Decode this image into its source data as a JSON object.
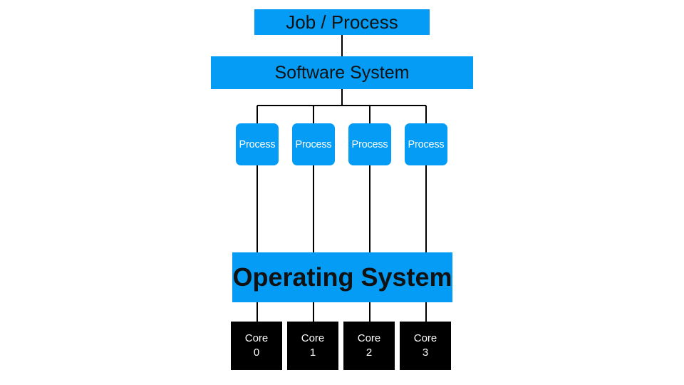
{
  "diagram": {
    "job_label": "Job / Process",
    "software_label": "Software System",
    "processes": [
      {
        "label": "Process"
      },
      {
        "label": "Process"
      },
      {
        "label": "Process"
      },
      {
        "label": "Process"
      }
    ],
    "os_label": "Operating System",
    "cores": [
      {
        "name": "Core",
        "number": "0"
      },
      {
        "name": "Core",
        "number": "1"
      },
      {
        "name": "Core",
        "number": "2"
      },
      {
        "name": "Core",
        "number": "3"
      }
    ]
  },
  "colors": {
    "box_blue": "#049cf4",
    "core_black": "#000000",
    "connector": "#000000"
  }
}
